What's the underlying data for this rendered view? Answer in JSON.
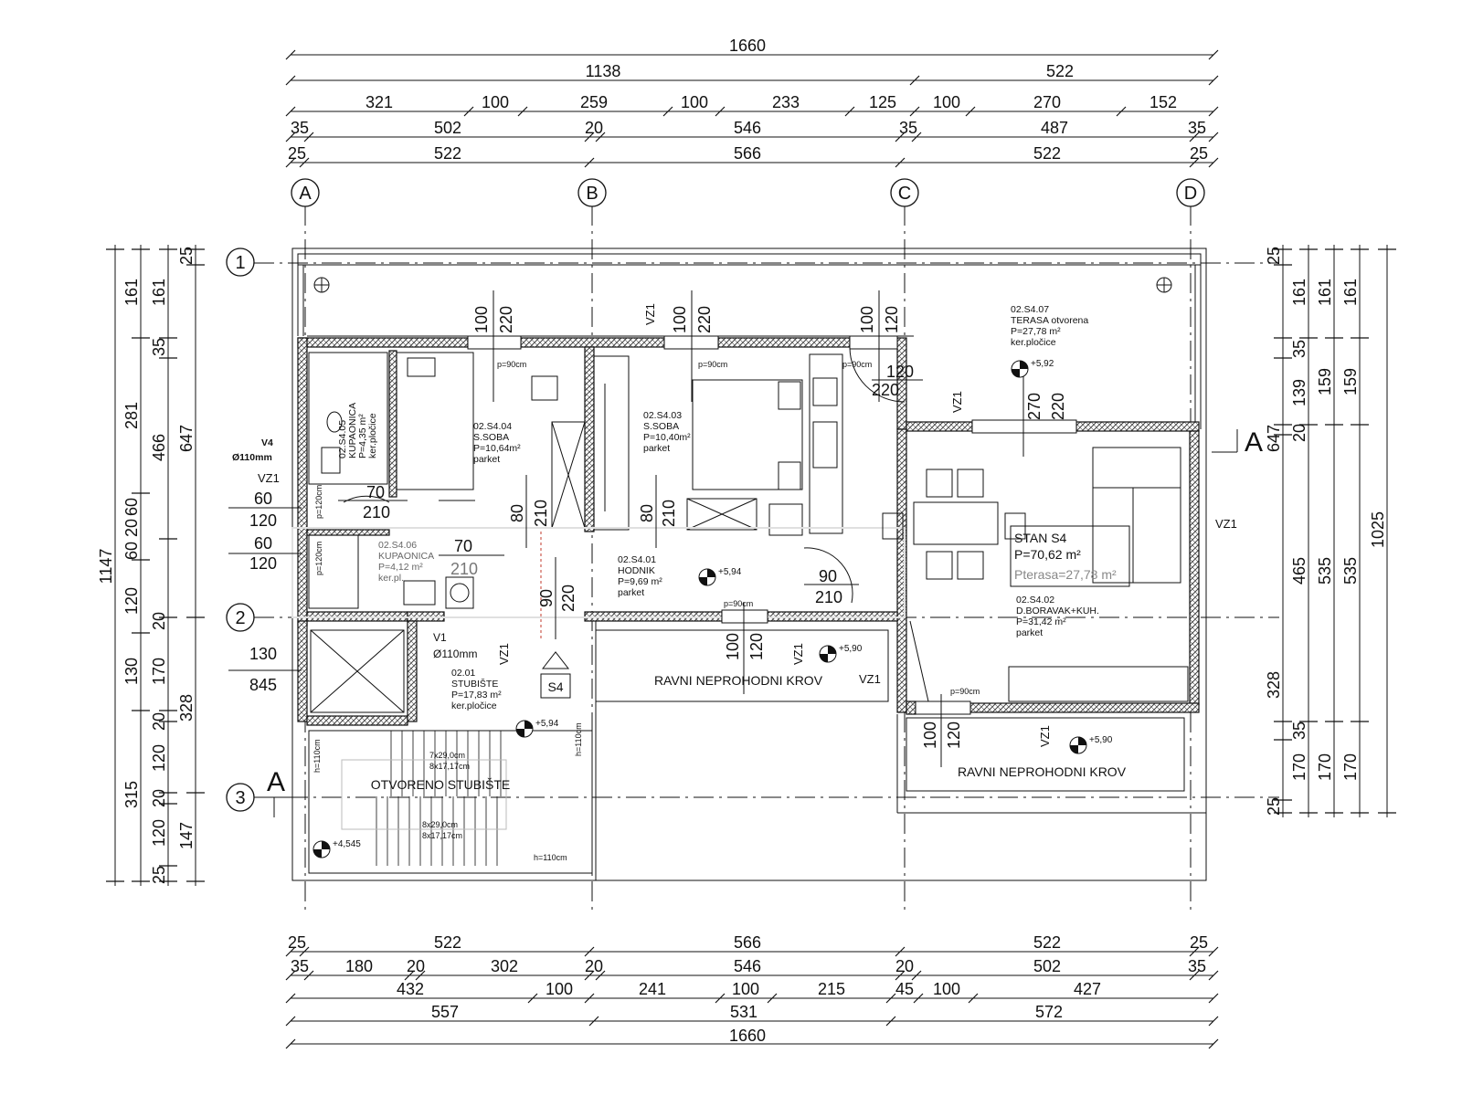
{
  "grid": {
    "columns": [
      "A",
      "B",
      "C",
      "D"
    ],
    "rows": [
      "1",
      "2",
      "3"
    ],
    "section_mark": "A"
  },
  "dims_top": {
    "row1": [
      "1660"
    ],
    "row2": [
      "1138",
      "522"
    ],
    "row3": [
      "321",
      "100",
      "259",
      "100",
      "233",
      "125",
      "100",
      "270",
      "152"
    ],
    "row4": [
      "35",
      "502",
      "20",
      "546",
      "35",
      "487",
      "35"
    ],
    "row5": [
      "25",
      "522",
      "566",
      "522",
      "25"
    ]
  },
  "dims_bottom": {
    "row1": [
      "25",
      "522",
      "566",
      "522",
      "25"
    ],
    "row2": [
      "35",
      "180",
      "20",
      "302",
      "20",
      "546",
      "20",
      "502",
      "35"
    ],
    "row3": [
      "432",
      "100",
      "241",
      "100",
      "215",
      "45",
      "100",
      "427"
    ],
    "row4": [
      "557",
      "531",
      "572"
    ],
    "row5": [
      "1660"
    ]
  },
  "dims_left": {
    "col1": [
      "1147"
    ],
    "col2": [
      "161",
      "281",
      "120",
      "130",
      "315"
    ],
    "col3": [
      "161",
      "466",
      "60",
      "20",
      "60",
      "20",
      "170",
      "20",
      "120",
      "20",
      "120",
      "25"
    ],
    "col4": [
      "25",
      "35",
      "647",
      "328",
      "147"
    ]
  },
  "dims_right": {
    "col1": [
      "25",
      "161",
      "35",
      "139",
      "20",
      "465",
      "328",
      "35",
      "170",
      "25"
    ],
    "col2": [
      "161",
      "159",
      "647",
      "535",
      "170"
    ],
    "col3": [
      "161",
      "159",
      "535",
      "170"
    ],
    "col4": [
      "1025"
    ]
  },
  "openings": {
    "w1": [
      "100",
      "220"
    ],
    "w2": [
      "100",
      "220"
    ],
    "w3": [
      "100",
      "120"
    ],
    "w3b": [
      "120",
      "220"
    ],
    "w4": [
      "270",
      "220"
    ],
    "d1": [
      "70",
      "210"
    ],
    "d2": [
      "70",
      "210"
    ],
    "d3": [
      "80",
      "210"
    ],
    "d4": [
      "80",
      "210"
    ],
    "d5": [
      "90",
      "220"
    ],
    "d6": [
      "90",
      "210"
    ],
    "w5": [
      "100",
      "120"
    ],
    "w6": [
      "100",
      "120"
    ],
    "left_pairs": [
      "60",
      "120",
      "60",
      "120",
      "130",
      "845"
    ]
  },
  "rooms": {
    "bath1": {
      "id": "02.S4.05",
      "name": "KUPAONICA",
      "area": "P=4,35 m²",
      "floor": "ker.pločice"
    },
    "bed1": {
      "id": "02.S4.04",
      "name": "S.SOBA",
      "area": "P=10,64m²",
      "floor": "parket"
    },
    "bed2": {
      "id": "02.S4.03",
      "name": "S.SOBA",
      "area": "P=10,40m²",
      "floor": "parket"
    },
    "terrace": {
      "id": "02.S4.07",
      "name": "TERASA otvorena",
      "area": "P=27,78 m²",
      "floor": "ker.pločice"
    },
    "bath2": {
      "id": "02.S4.06",
      "name": "KUPAONICA",
      "area": "P=4,12 m²",
      "floor": "ker.pl."
    },
    "hall": {
      "id": "02.S4.01",
      "name": "HODNIK",
      "area": "P=9,69 m²",
      "floor": "parket"
    },
    "living": {
      "id": "02.S4.02",
      "name": "D.BORAVAK+KUH.",
      "area": "P=31,42 m²",
      "floor": "parket"
    },
    "stairs": {
      "id": "02.01",
      "name": "STUBIŠTE",
      "area": "P=17,83 m²",
      "floor": "ker.pločice"
    }
  },
  "apartment": {
    "name": "STAN S4",
    "area": "P=70,62 m²",
    "terrace_area": "Pterasa=27,78 m²"
  },
  "labels": {
    "roof1": "RAVNI NEPROHODNI KROV",
    "roof2": "RAVNI NEPROHODNI KROV",
    "open_stairs": "OTVORENO STUBIŠTE",
    "s4": "S4",
    "v4": "V4",
    "v4_d": "Ø110mm",
    "v1": "V1",
    "v1_d": "Ø110mm",
    "vz1": "VZ1",
    "p90": "p=90cm",
    "p120": "p=120cm",
    "h110": "h=110cm",
    "stair1a": "7x29,0cm",
    "stair1b": "8x17,17cm",
    "stair2a": "8x29,0cm",
    "stair2b": "8x17,17cm"
  },
  "levels": [
    "+5,92",
    "+5,94",
    "+5,90",
    "+5,94",
    "+5,90",
    "+4,545"
  ]
}
